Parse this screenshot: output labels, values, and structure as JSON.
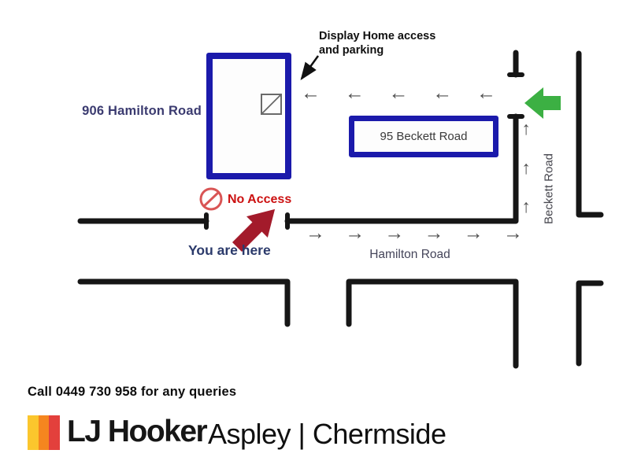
{
  "map": {
    "annotation_display_home": {
      "line1": "Display Home access",
      "line2": "and parking"
    },
    "property_906_label": "906 Hamilton Road",
    "property_95_label": "95 Beckett Road",
    "no_access_label": "No Access",
    "you_are_here_label": "You are here",
    "hamilton_road_label": "Hamilton Road",
    "beckett_road_label": "Beckett Road",
    "glyphs": {
      "left_arrow": "←",
      "right_arrow": "→",
      "up_arrow": "↑"
    },
    "colors": {
      "building_outline": "#1b1aab",
      "road": "#161616",
      "direction_arrow_gray": "#4f4f4f",
      "entry_arrow_green": "#3cb043",
      "you_are_here_arrow_red": "#a31b2b",
      "no_access_red": "#cc1111",
      "label_navy": "#3b3b70"
    }
  },
  "footer": {
    "query_line": "Call 0449 730 958 for any queries",
    "brand_name": "LJ Hooker",
    "office_names": "Aspley | Chermside",
    "logo_stripe_colors": [
      "#fbc62d",
      "#f5861f",
      "#e3403c"
    ]
  }
}
